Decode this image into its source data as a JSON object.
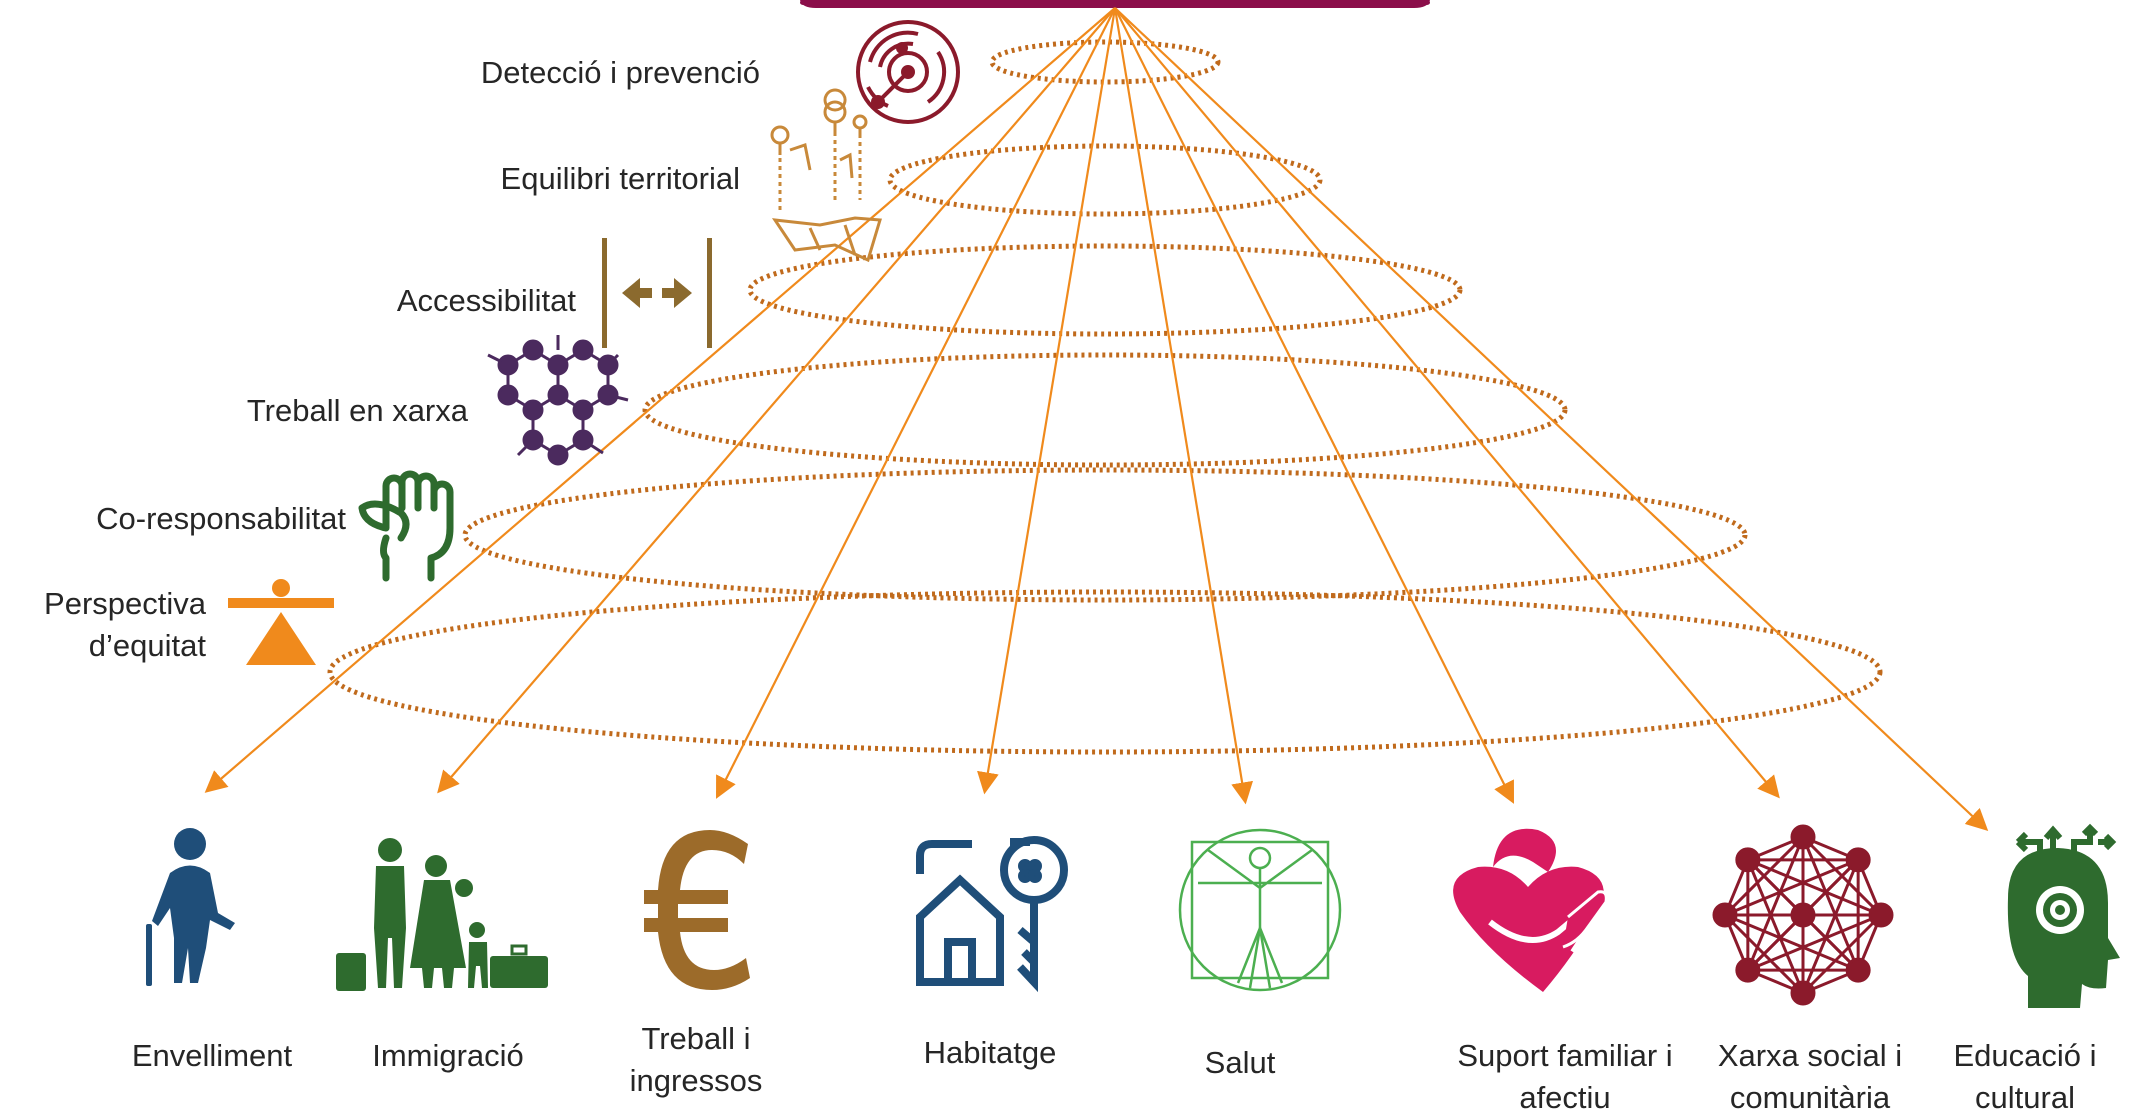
{
  "principles": [
    {
      "label": "Detecció i prevenció",
      "icon": "radar-icon",
      "color": "#8B1A2B"
    },
    {
      "label": "Equilibri territorial",
      "icon": "map-pins-icon",
      "color": "#C8893A"
    },
    {
      "label": "Accessibilitat",
      "icon": "arrows-between-bars-icon",
      "color": "#8B6A2E"
    },
    {
      "label": "Treball en xarxa",
      "icon": "network-hexagon-icon",
      "color": "#4B2A5E"
    },
    {
      "label": "Co-responsabilitat",
      "icon": "raised-fist-icon",
      "color": "#2E6B2E"
    },
    {
      "label": "Perspectiva d’equitat",
      "label_line1": "Perspectiva",
      "label_line2": "d’equitat",
      "icon": "balance-icon",
      "color": "#F08A1C"
    }
  ],
  "areas": [
    {
      "line1": "Envelliment",
      "line2": "",
      "icon": "elderly-person-icon",
      "color": "#1F4E79"
    },
    {
      "line1": "Immigració",
      "line2": "",
      "icon": "family-luggage-icon",
      "color": "#2E6B2E"
    },
    {
      "line1": "Treball i",
      "line2": "ingressos",
      "icon": "euro-icon",
      "color": "#9C6B2A"
    },
    {
      "line1": "Habitatge",
      "line2": "",
      "icon": "house-key-icon",
      "color": "#1F4E79"
    },
    {
      "line1": "Salut",
      "line2": "",
      "icon": "vitruvian-man-icon",
      "color": "#4CAF50"
    },
    {
      "line1": "Suport familiar i",
      "line2": "afectiu",
      "icon": "heart-hug-icon",
      "color": "#D81B60"
    },
    {
      "line1": "Xarxa social i",
      "line2": "comunitària",
      "icon": "social-network-icon",
      "color": "#8B1A2B"
    },
    {
      "line1": "Educació i",
      "line2": "cultural",
      "icon": "head-target-icon",
      "color": "#2E6B2E"
    }
  ],
  "colors": {
    "top_bar": "#8B0E4A",
    "arrows": "#F08A1C",
    "rings": "#C06A1C"
  }
}
